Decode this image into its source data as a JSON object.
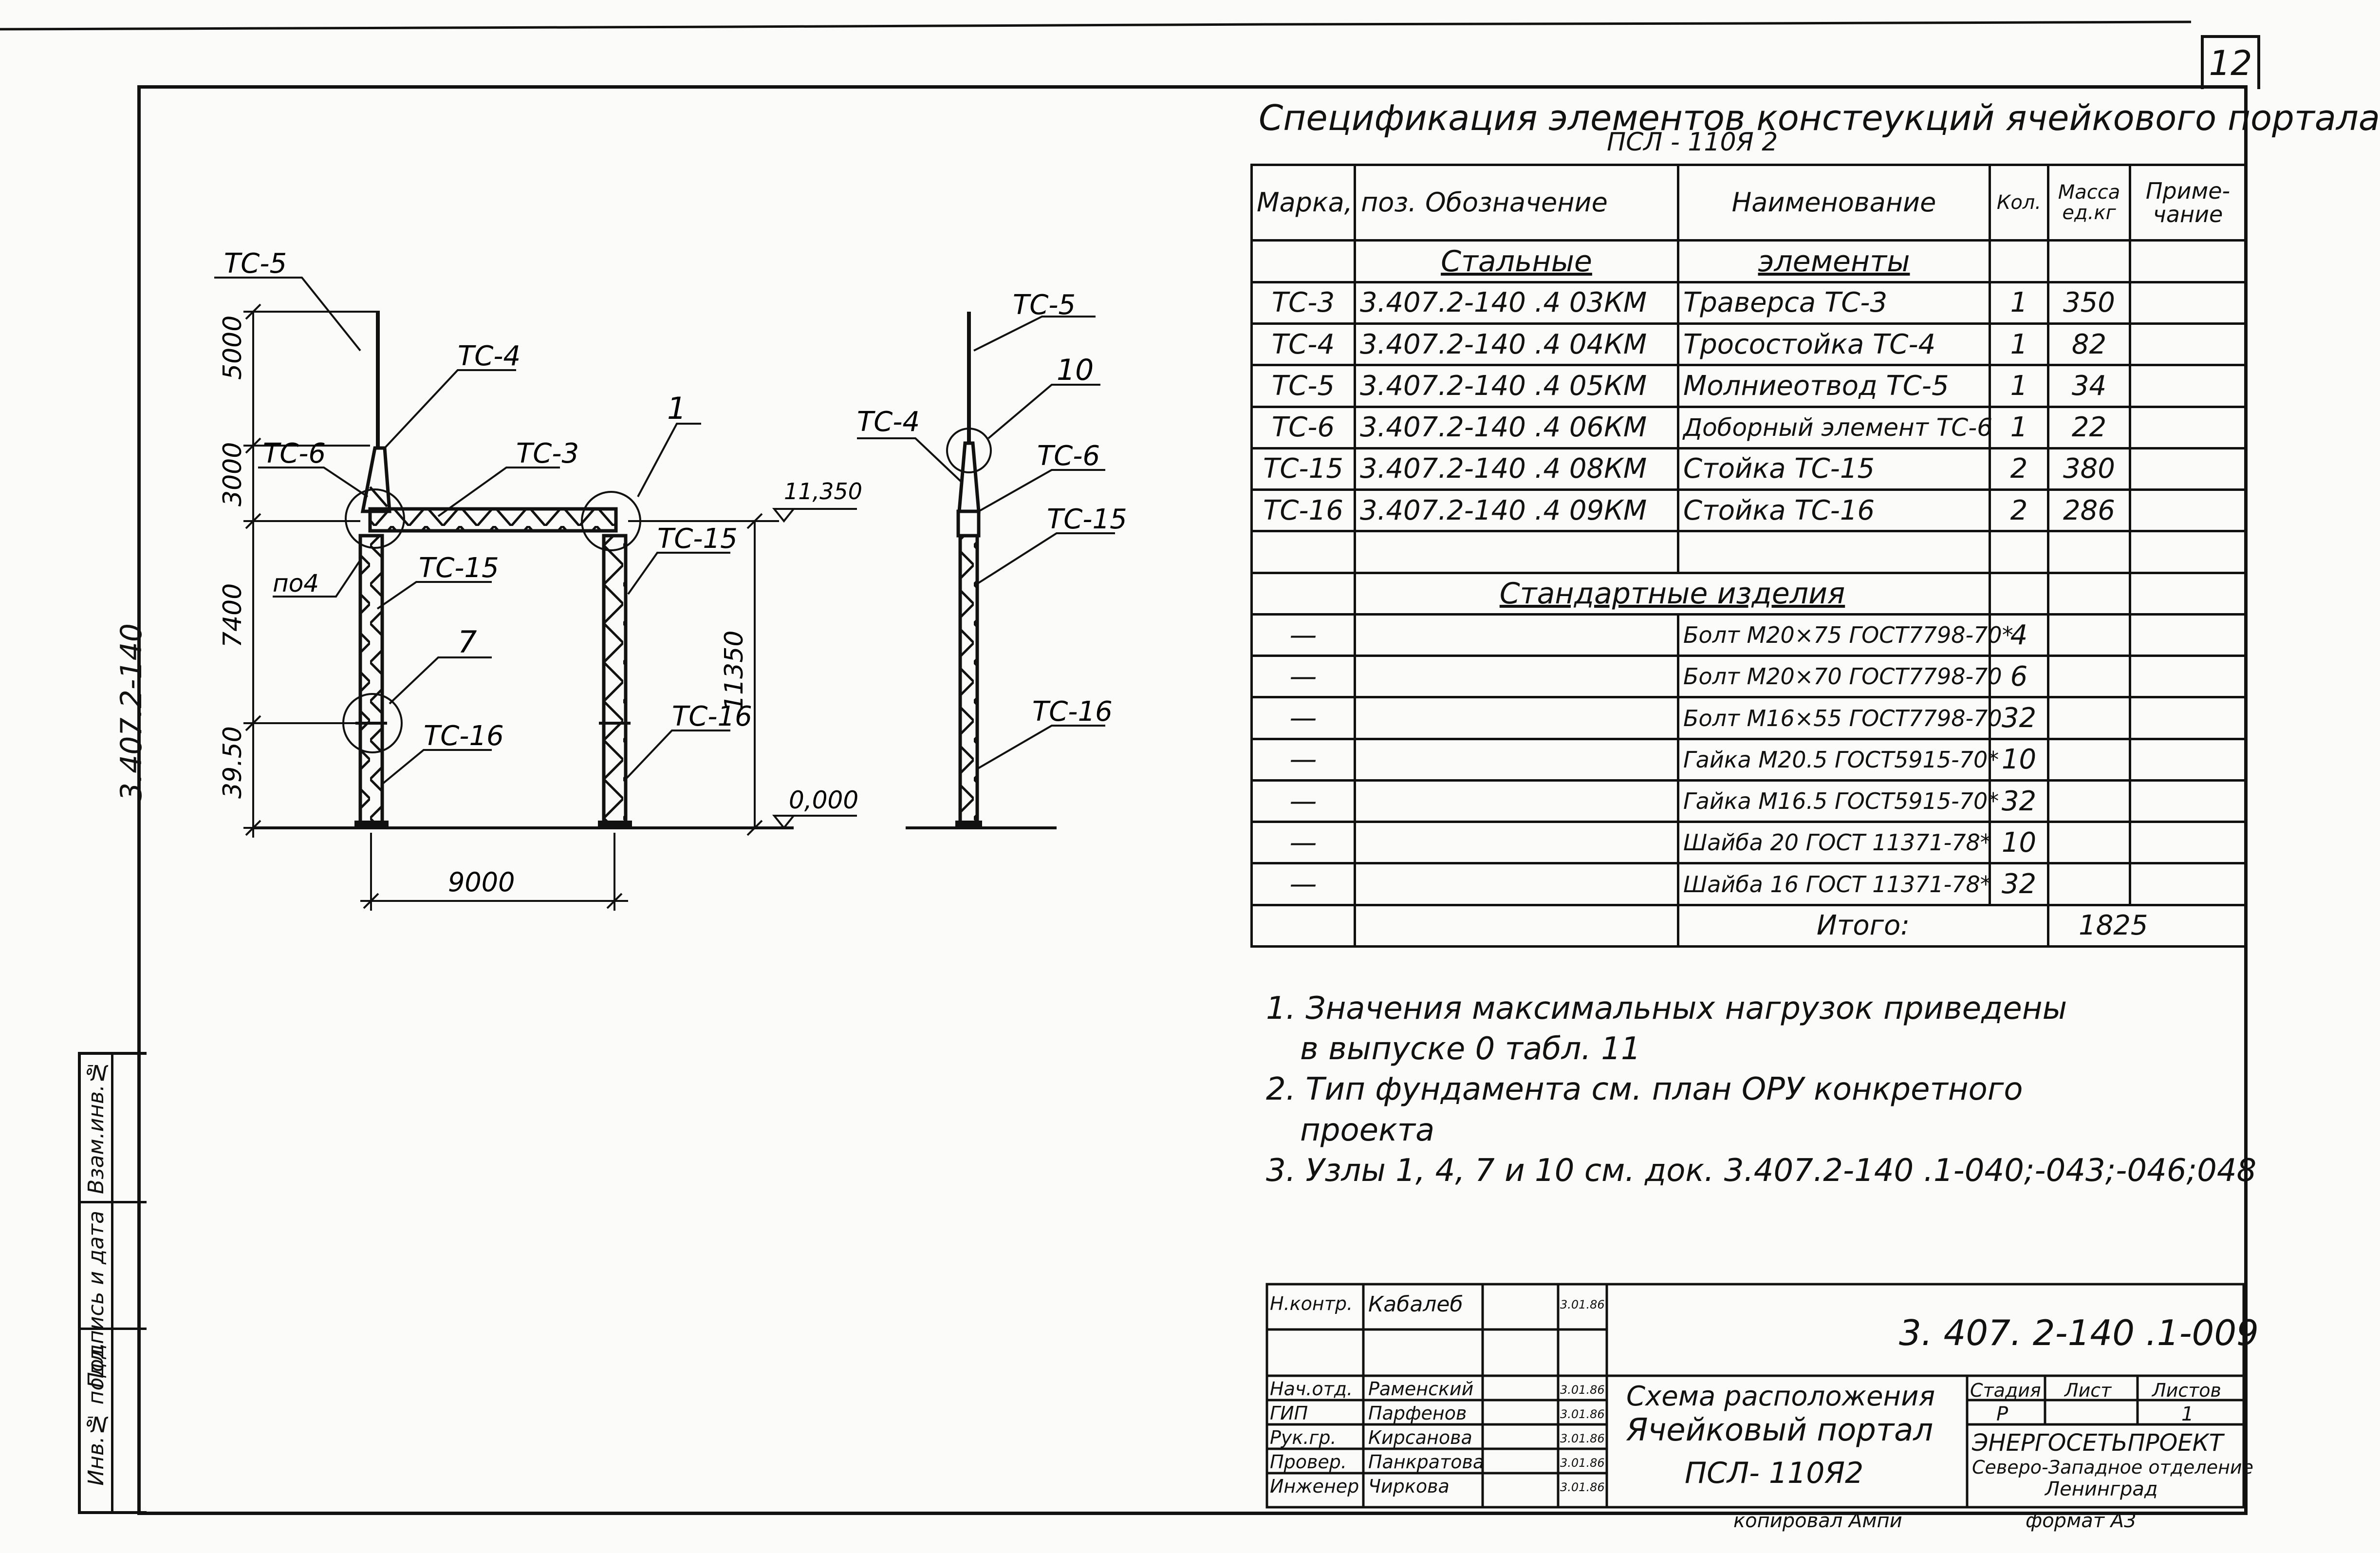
{
  "sheet": {
    "page_number": "12",
    "code": "3. 407. 2-140 .1-009",
    "side_code": "3.407.2-140"
  },
  "spec": {
    "title": "Спецификация элементов констеукций ячейкового портала",
    "subtitle": "ПСЛ - 110Я 2",
    "headers": {
      "mark": "Марка, поз.",
      "designation": "Обозначение",
      "name": "Наименование",
      "qty": "Кол.",
      "mass": "Масса ед.кг",
      "note": "Приме- чание"
    },
    "section_steel_left": "Стальные",
    "section_steel_right": "элементы",
    "steel_rows": [
      {
        "mark": "ТС-3",
        "designation": "3.407.2-140 .4 03КМ",
        "name": "Траверса ТС-3",
        "qty": "1",
        "mass": "350"
      },
      {
        "mark": "ТС-4",
        "designation": "3.407.2-140 .4 04КМ",
        "name": "Тросостойка ТС-4",
        "qty": "1",
        "mass": "82"
      },
      {
        "mark": "ТС-5",
        "designation": "3.407.2-140 .4 05КМ",
        "name": "Молниеотвод ТС-5",
        "qty": "1",
        "mass": "34"
      },
      {
        "mark": "ТС-6",
        "designation": "3.407.2-140 .4 06КМ",
        "name": "Доборный элемент ТС-6",
        "qty": "1",
        "mass": "22"
      },
      {
        "mark": "ТС-15",
        "designation": "3.407.2-140 .4 08КМ",
        "name": "Стойка ТС-15",
        "qty": "2",
        "mass": "380"
      },
      {
        "mark": "ТС-16",
        "designation": "3.407.2-140 .4 09КМ",
        "name": "Стойка ТС-16",
        "qty": "2",
        "mass": "286"
      }
    ],
    "section_standard": "Стандартные изделия",
    "std_rows": [
      {
        "mark": "—",
        "name": "Болт М20×75 ГОСТ7798-70*",
        "qty": "4"
      },
      {
        "mark": "—",
        "name": "Болт М20×70 ГОСТ7798-70",
        "qty": "6"
      },
      {
        "mark": "—",
        "name": "Болт М16×55 ГОСТ7798-70",
        "qty": "32"
      },
      {
        "mark": "—",
        "name": "Гайка М20.5 ГОСТ5915-70*",
        "qty": "10"
      },
      {
        "mark": "—",
        "name": "Гайка М16.5 ГОСТ5915-70*",
        "qty": "32"
      },
      {
        "mark": "—",
        "name": "Шайба 20 ГОСТ 11371-78*",
        "qty": "10"
      },
      {
        "mark": "—",
        "name": "Шайба 16 ГОСТ 11371-78*",
        "qty": "32"
      }
    ],
    "total_label": "Итого:",
    "total_value": "1825"
  },
  "notes": [
    "1. Значения максимальных нагрузок приведены",
    "в выпуске 0 табл. 11",
    "2. Тип фундамента см. план ОРУ конкретного",
    "проекта",
    "3. Узлы 1, 4, 7 и 10 см. док. 3.407.2-140 .1-040;-043;-046;048"
  ],
  "drawing": {
    "front_labels": {
      "ts5": "ТС-5",
      "ts4": "ТС-4",
      "ts6": "ТС-6",
      "ts3": "ТС-3",
      "ts15": "ТС-15",
      "ts16": "ТС-16",
      "po4": "по4",
      "node1": "1",
      "node7": "7"
    },
    "side_labels": {
      "ts5": "ТС-5",
      "ts4": "ТС-4",
      "ts6": "ТС-6",
      "ts15": "ТС-15",
      "ts16": "ТС-16",
      "node10": "10"
    },
    "dims": {
      "d5000": "5000",
      "d3000": "3000",
      "d7400": "7400",
      "d3950": "39.50",
      "d9000": "9000",
      "d11350": "11350"
    },
    "levels": {
      "top": "11,350",
      "ground": "0,000"
    }
  },
  "title_block": {
    "roles": [
      "Н.контр.",
      "Нач.отд.",
      "ГИП",
      "Рук.гр.",
      "Провер.",
      "Инженер"
    ],
    "names": [
      "Кабалеб",
      "Раменский",
      "Парфенов",
      "Кирсанова",
      "Панкратова",
      "Чиркова"
    ],
    "dates": [
      "3.01.86",
      "3.01.86",
      "3.01.86",
      "3.01.86",
      "3.01.86",
      "3.01.86"
    ],
    "doc_title_1": "Схема расположения",
    "doc_title_2": "Ячейковый портал",
    "doc_title_3": "ПСЛ- 110Я2",
    "stage_label": "Стадия",
    "sheet_label": "Лист",
    "sheets_label": "Листов",
    "stage_value": "Р",
    "sheets_value": "1",
    "org_1": "ЭНЕРГОСЕТЬПРОЕКТ",
    "org_2": "Северо-Западное отделение",
    "org_3": "Ленинград"
  },
  "footer": {
    "copied": "копировал Ампй",
    "format": "формат А3"
  },
  "side_rail": {
    "inv_podl": "Инв.№ подл.",
    "podpis": "Подпись и дата",
    "vzam": "Взам.инв.№"
  }
}
